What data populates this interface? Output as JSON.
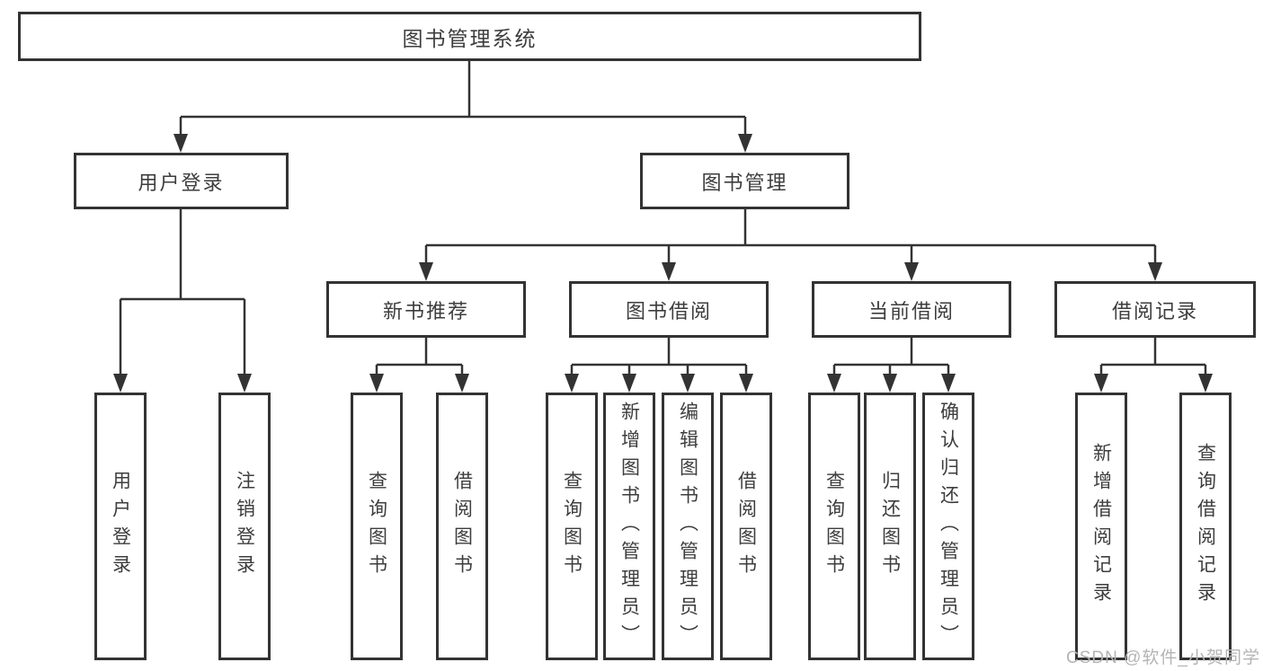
{
  "diagram": {
    "root": {
      "label": "图书管理系统"
    },
    "branches": [
      {
        "label": "用户登录",
        "children": [
          {
            "label": "用户登录"
          },
          {
            "label": "注销登录"
          }
        ]
      },
      {
        "label": "图书管理",
        "children": [
          {
            "label": "新书推荐",
            "children": [
              {
                "label": "查询图书"
              },
              {
                "label": "借阅图书"
              }
            ]
          },
          {
            "label": "图书借阅",
            "children": [
              {
                "label": "查询图书"
              },
              {
                "label": "新增图书（管理员）"
              },
              {
                "label": "编辑图书（管理员）"
              },
              {
                "label": "借阅图书"
              }
            ]
          },
          {
            "label": "当前借阅",
            "children": [
              {
                "label": "查询图书"
              },
              {
                "label": "归还图书"
              },
              {
                "label": "确认归还（管理员）"
              }
            ]
          },
          {
            "label": "借阅记录",
            "children": [
              {
                "label": "新增借阅记录"
              },
              {
                "label": "查询借阅记录"
              }
            ]
          }
        ]
      }
    ]
  },
  "watermark": {
    "text": "CSDN @软件_小贺同学"
  },
  "colors": {
    "line": "#333333",
    "box_border": "#333333",
    "text": "#3d3d3d",
    "box_background": "#ffffff",
    "watermark": "#b4b4b4"
  }
}
